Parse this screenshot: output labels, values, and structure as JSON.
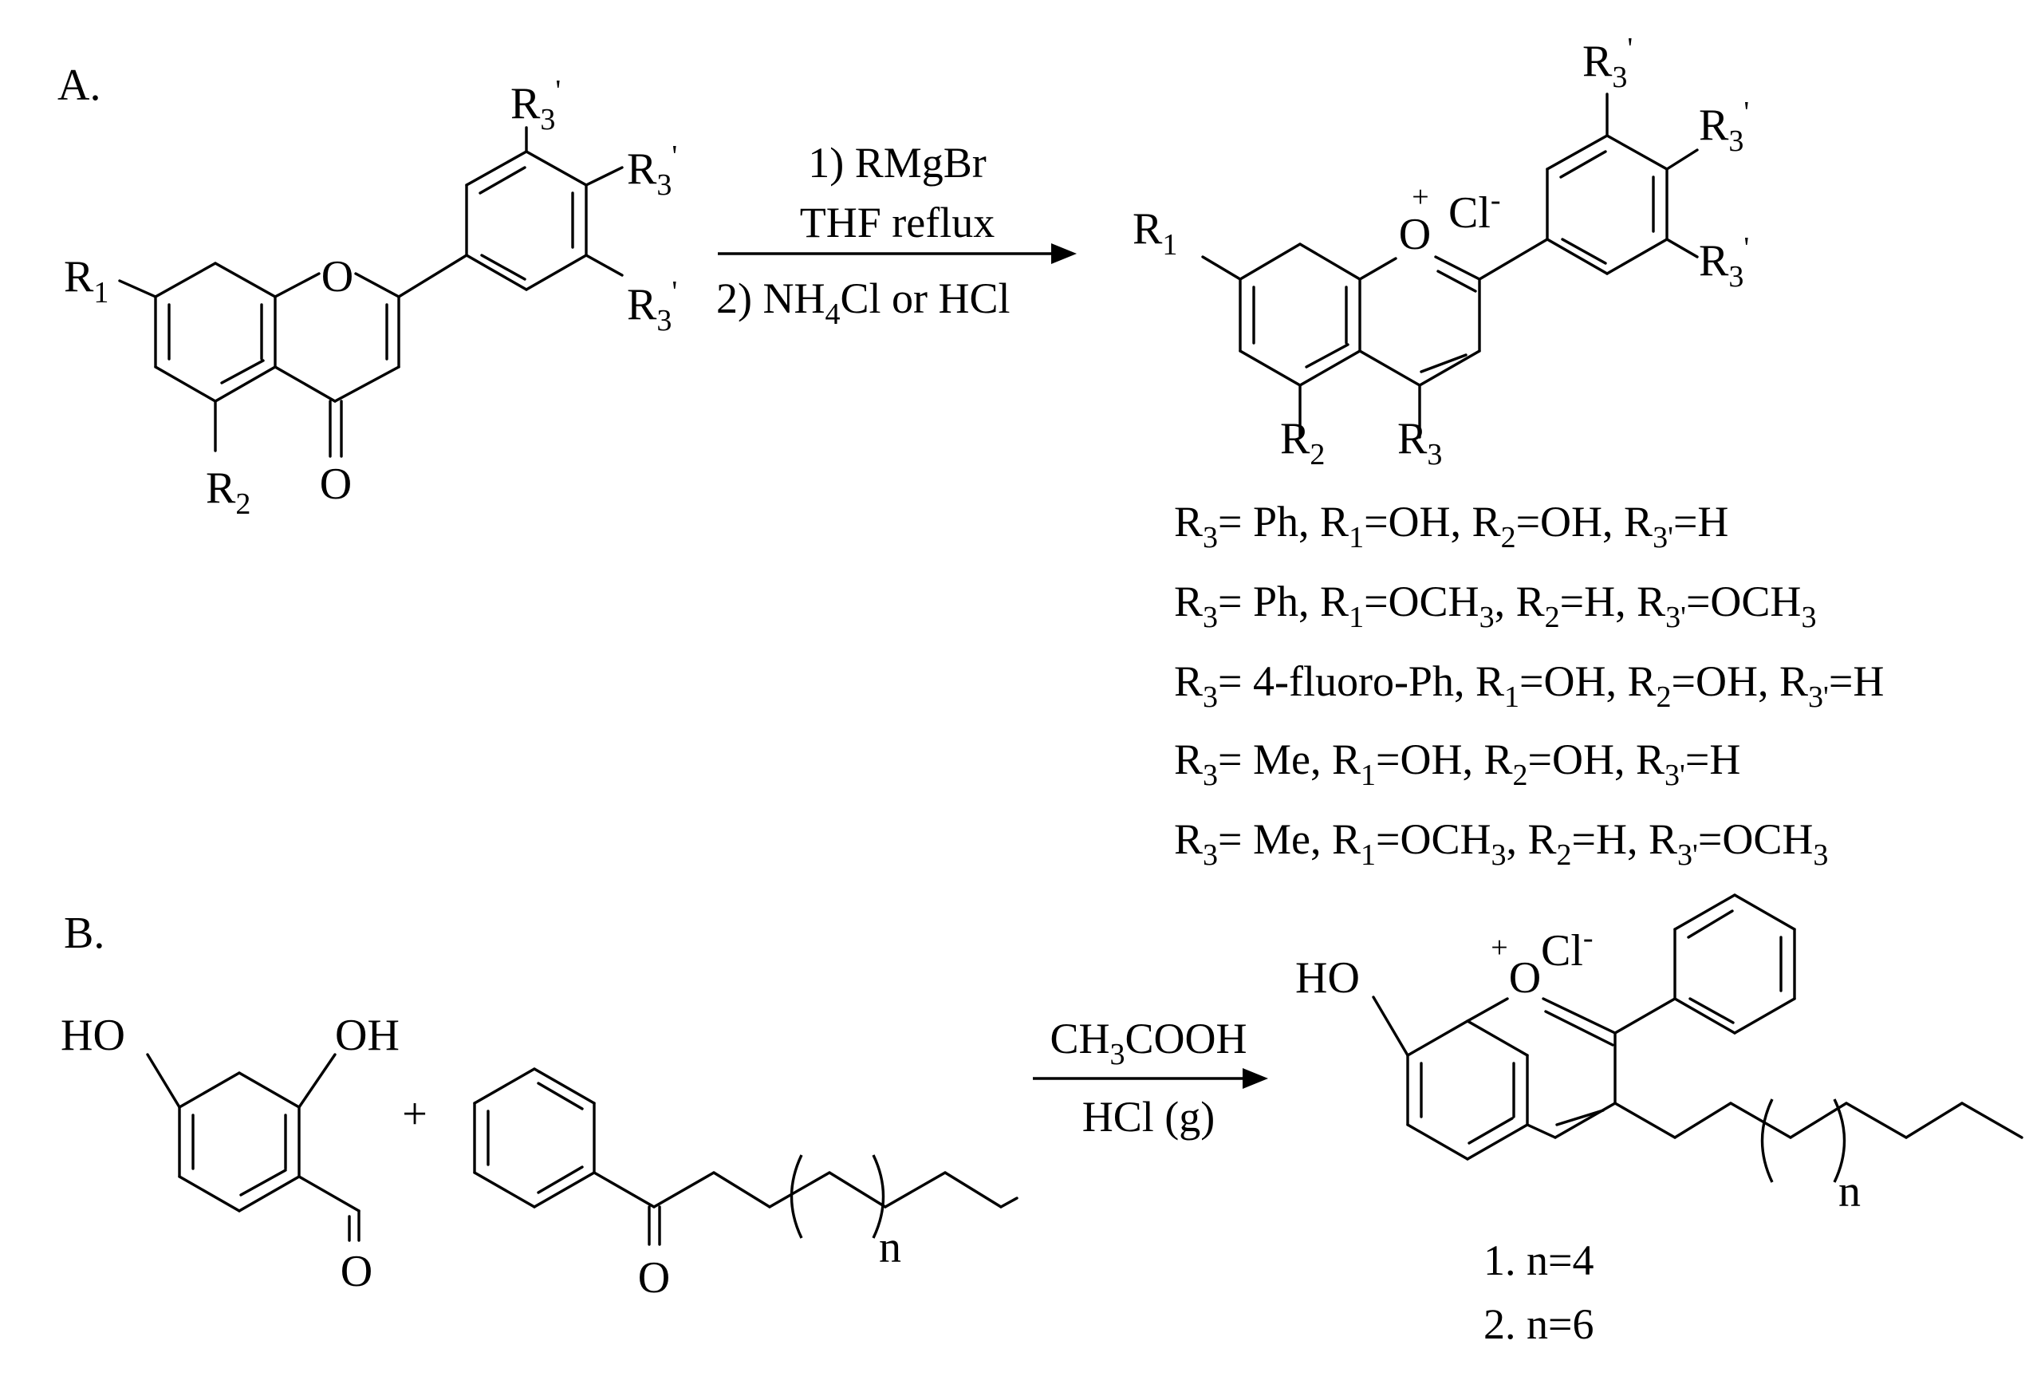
{
  "panel_a": {
    "label": "A.",
    "reactant": {
      "atom_O_ring": "O",
      "atom_O_carbonyl": "O",
      "sub_r1": {
        "main": "R",
        "sub": "1"
      },
      "sub_r2": {
        "main": "R",
        "sub": "2"
      },
      "sub_r3p_top": {
        "main": "R",
        "sub": "3",
        "sup": "'"
      },
      "sub_r3p_mid": {
        "main": "R",
        "sub": "3",
        "sup": "'"
      },
      "sub_r3p_bot": {
        "main": "R",
        "sub": "3",
        "sup": "'"
      }
    },
    "conditions": {
      "step1": "1) RMgBr",
      "solvent": "THF reflux",
      "step2_prefix": "2) NH",
      "step2_sub": "4",
      "step2_suffix": "Cl or HCl"
    },
    "product": {
      "atom_O_plus": "O",
      "plus_sign": "+",
      "counterion": "Cl",
      "counterion_charge": "-",
      "sub_r1": {
        "main": "R",
        "sub": "1"
      },
      "sub_r2": {
        "main": "R",
        "sub": "2"
      },
      "sub_r3": {
        "main": "R",
        "sub": "3"
      },
      "sub_r3p_top": {
        "main": "R",
        "sub": "3",
        "sup": "'"
      },
      "sub_r3p_mid": {
        "main": "R",
        "sub": "3",
        "sup": "'"
      },
      "sub_r3p_bot": {
        "main": "R",
        "sub": "3",
        "sup": "'"
      }
    },
    "variants": [
      {
        "r3": "Ph",
        "r1": "OH",
        "r2": "OH",
        "r3p": "H"
      },
      {
        "r3": "Ph",
        "r1": "OCH",
        "r1_sub": "3",
        "r2": "H",
        "r3p": "OCH",
        "r3p_sub": "3"
      },
      {
        "r3": "4-fluoro-Ph",
        "r1": "OH",
        "r2": "OH",
        "r3p": "H"
      },
      {
        "r3": "Me",
        "r1": "OH",
        "r2": "OH",
        "r3p": "H"
      },
      {
        "r3": "Me",
        "r1": "OCH",
        "r1_sub": "3",
        "r2": "H",
        "r3p": "OCH",
        "r3p_sub": "3"
      }
    ]
  },
  "panel_b": {
    "label": "B.",
    "reactant1": {
      "ho": "HO",
      "oh": "OH",
      "aldehyde_O": "O"
    },
    "plus": "+",
    "reactant2": {
      "ketone_O": "O",
      "repeat_n": "n"
    },
    "conditions": {
      "top_prefix": "CH",
      "top_sub": "3",
      "top_suffix": "COOH",
      "bottom": "HCl (g)"
    },
    "product": {
      "ho": "HO",
      "atom_O_plus": "O",
      "plus_sign": "+",
      "counterion": "Cl",
      "counterion_charge": "-",
      "repeat_n": "n"
    },
    "compounds": [
      {
        "number": "1.",
        "value": "n=4"
      },
      {
        "number": "2.",
        "value": "n=6"
      }
    ]
  }
}
